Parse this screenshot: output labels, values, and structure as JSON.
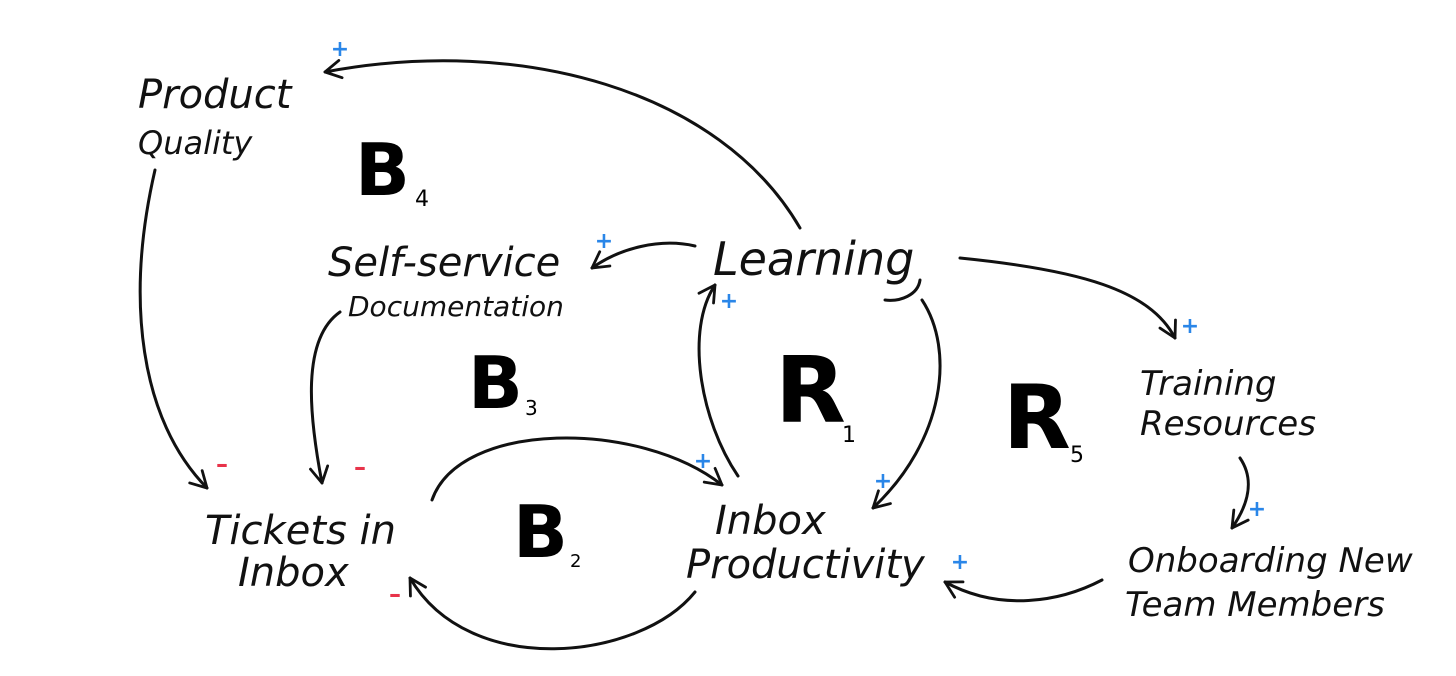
{
  "colors": {
    "positive": "#2a86e8",
    "negative": "#e8334a",
    "ink": "#111111"
  },
  "nodes": {
    "product_quality": [
      "Product",
      "Quality"
    ],
    "self_service": [
      "Self-service",
      "Documentation"
    ],
    "learning": [
      "Learning"
    ],
    "training": [
      "Training",
      "Resources"
    ],
    "tickets": [
      "Tickets in",
      "Inbox"
    ],
    "inbox_productivity": [
      "Inbox",
      "Productivity"
    ],
    "onboarding": [
      "Onboarding New",
      "Team Members"
    ]
  },
  "loops": {
    "b4": {
      "letter": "B",
      "sub": "4"
    },
    "b3": {
      "letter": "B",
      "sub": "3"
    },
    "b2": {
      "letter": "B",
      "sub": "2"
    },
    "r1": {
      "letter": "R",
      "sub": "1"
    },
    "r5": {
      "letter": "R",
      "sub": "5"
    }
  },
  "edges": [
    {
      "from": "Learning",
      "to": "Product Quality",
      "polarity": "+"
    },
    {
      "from": "Learning",
      "to": "Self-service Documentation",
      "polarity": "+"
    },
    {
      "from": "Learning",
      "to": "Training Resources",
      "polarity": "+"
    },
    {
      "from": "Learning",
      "to": "Inbox Productivity",
      "polarity": "+"
    },
    {
      "from": "Product Quality",
      "to": "Tickets in Inbox",
      "polarity": "-"
    },
    {
      "from": "Self-service Documentation",
      "to": "Tickets in Inbox",
      "polarity": "-"
    },
    {
      "from": "Tickets in Inbox",
      "to": "Inbox Productivity",
      "polarity": "+"
    },
    {
      "from": "Inbox Productivity",
      "to": "Tickets in Inbox",
      "polarity": "-"
    },
    {
      "from": "Inbox Productivity",
      "to": "Learning",
      "polarity": "+"
    },
    {
      "from": "Training Resources",
      "to": "Onboarding New Team Members",
      "polarity": "+"
    },
    {
      "from": "Onboarding New Team Members",
      "to": "Inbox Productivity",
      "polarity": "+"
    }
  ]
}
